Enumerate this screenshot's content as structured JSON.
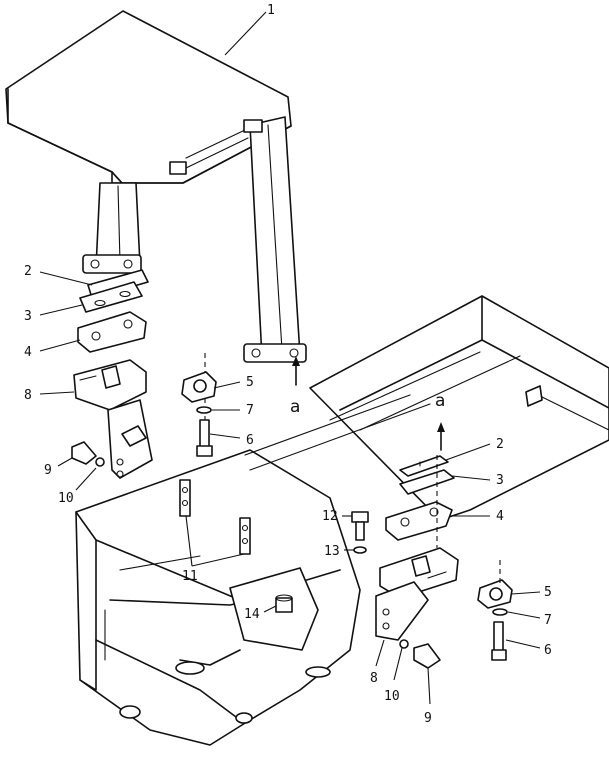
{
  "callouts": {
    "c1": "1",
    "c2_left": "2",
    "c3_left": "3",
    "c4_left": "4",
    "c8_left": "8",
    "c5_left": "5",
    "c7_left": "7",
    "c6_left": "6",
    "c9_left": "9",
    "c10_left": "10",
    "c11": "11",
    "c2_right": "2",
    "c3_right": "3",
    "c4_right": "4",
    "c12": "12",
    "c13": "13",
    "c14": "14",
    "c5_right": "5",
    "c7_right": "7",
    "c6_right": "6",
    "c8_right": "8",
    "c10_right": "10",
    "c9_right": "9"
  },
  "view_marks": {
    "a_left": "a",
    "a_right": "a"
  }
}
